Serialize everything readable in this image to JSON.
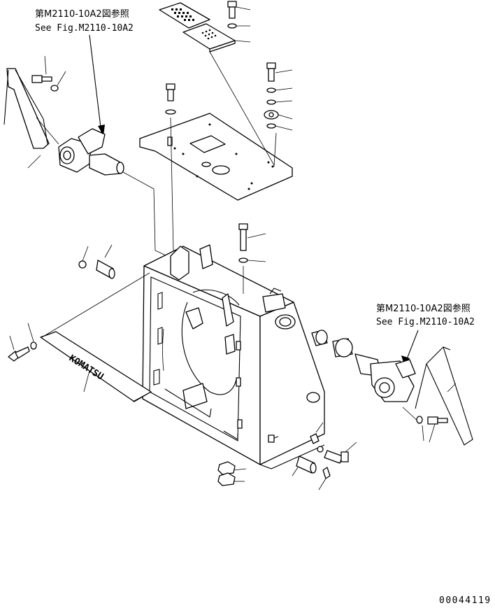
{
  "references": {
    "left": {
      "jp": "第M2110-10A2図参照",
      "en": "See Fig.M2110-10A2"
    },
    "right": {
      "jp": "第M2110-10A2図参照",
      "en": "See Fig.M2110-10A2"
    }
  },
  "drawing_number": "00044119",
  "nameplate_text": "KOMATSU"
}
